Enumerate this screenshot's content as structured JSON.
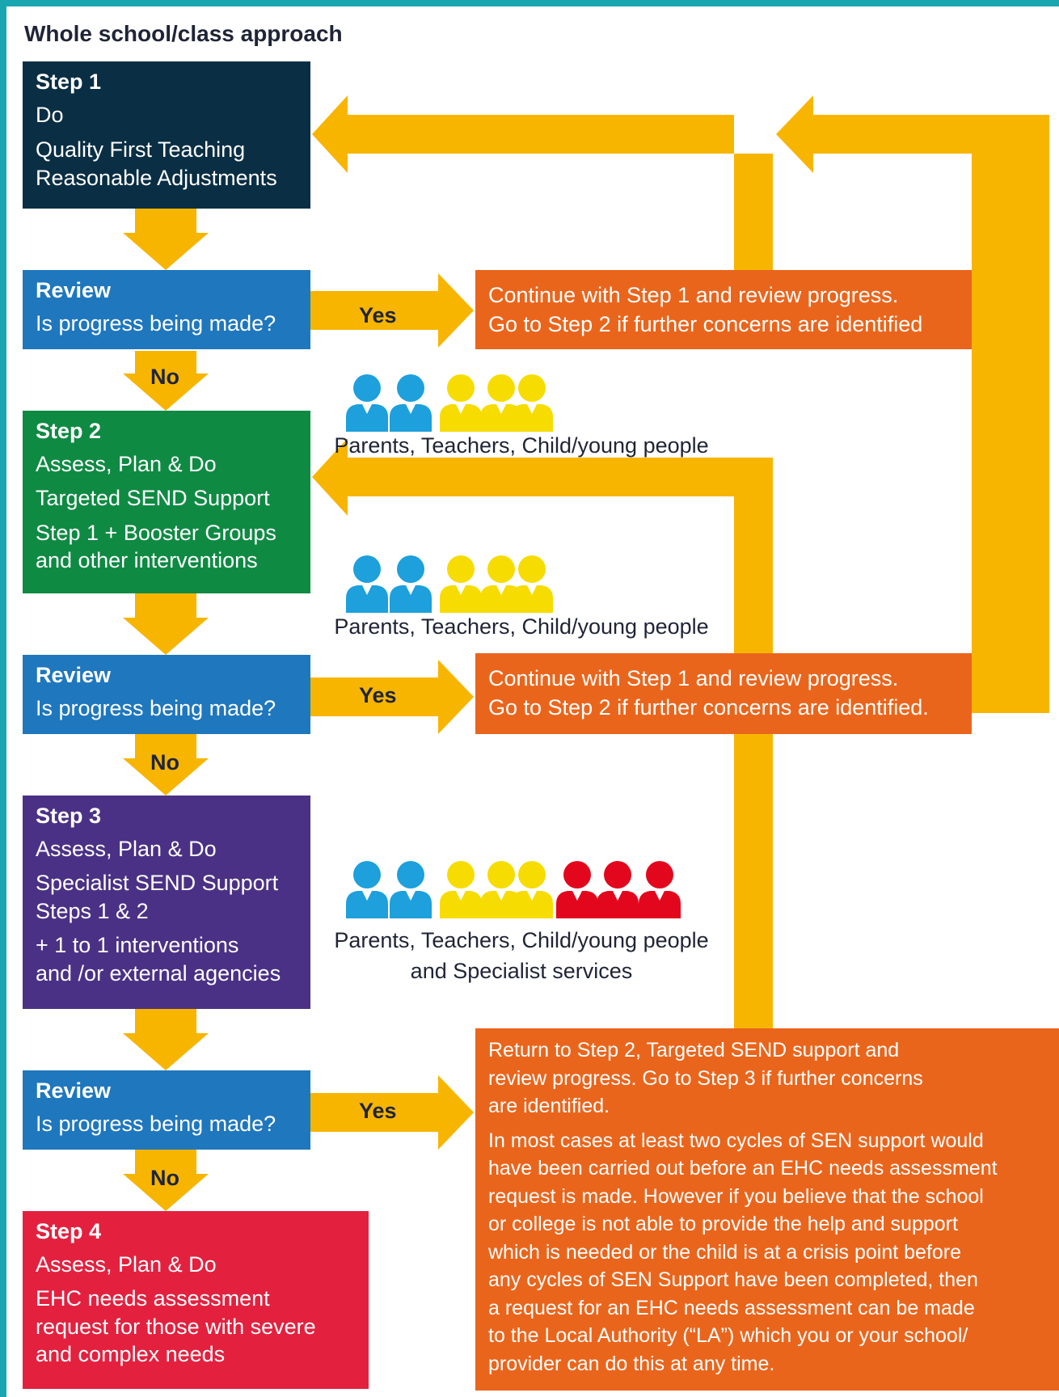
{
  "title": "Whole school/class approach",
  "colors": {
    "arrow": "#f8b500",
    "navy": "#0a2e44",
    "blue": "#1f77bd",
    "green": "#0f8a43",
    "purple": "#4b3185",
    "red": "#e3213f",
    "orange": "#ea651c",
    "border": "#1aa6b0",
    "people_blue": "#1da0dc",
    "people_yellow": "#f6dc00",
    "people_red": "#e3071d"
  },
  "step1": {
    "heading": "Step 1",
    "lines": [
      "Do",
      "Quality First Teaching",
      "Reasonable Adjustments"
    ]
  },
  "review1": {
    "heading": "Review",
    "question": "Is progress being made?"
  },
  "review2": {
    "heading": "Review",
    "question": "Is progress being made?"
  },
  "review3": {
    "heading": "Review",
    "question": "Is progress being made?"
  },
  "step2": {
    "heading": "Step 2",
    "lines": [
      "Assess, Plan & Do",
      "Targeted SEND Support",
      "Step 1 + Booster Groups",
      "and other interventions"
    ]
  },
  "step3": {
    "heading": "Step 3",
    "lines": [
      "Assess, Plan & Do",
      "Specialist SEND Support",
      "Steps 1 & 2",
      "+ 1 to 1 interventions",
      "and /or external agencies"
    ]
  },
  "step4": {
    "heading": "Step 4",
    "lines": [
      "Assess, Plan & Do",
      "EHC needs assessment",
      "request for those with severe",
      "and complex needs"
    ]
  },
  "outcome1": {
    "lines": [
      "Continue with Step 1 and review progress.",
      "Go to Step 2 if further concerns are identified"
    ]
  },
  "outcome2": {
    "lines": [
      "Continue with Step 1 and review progress.",
      "Go to Step 2 if further concerns are identified."
    ]
  },
  "outcome3": {
    "para1": [
      "Return to Step 2, Targeted SEND support and",
      "review progress. Go to Step 3 if further concerns",
      "are identified."
    ],
    "para2": [
      "In most cases at least two cycles of SEN support would",
      "have been carried out before an EHC needs assessment",
      "request is made. However if you believe that the school",
      "or college is not able to provide the help and support",
      "which is needed or the child is at a crisis point before",
      "any cycles of SEN Support have been completed, then",
      "a request for an EHC needs assessment can be made",
      "to the Local Authority (“LA”) which you or your school/",
      "provider can do this at any time."
    ]
  },
  "labels": {
    "yes": "Yes",
    "no": "No"
  },
  "people1": {
    "caption": [
      "Parents, Teachers, Child/young people"
    ],
    "icons": [
      "parent-icon",
      "teacher-icon",
      "child-icon"
    ]
  },
  "people2": {
    "caption": [
      "Parents, Teachers, Child/young people"
    ],
    "icons": [
      "parent-icon",
      "teacher-icon",
      "child-icon"
    ]
  },
  "people3": {
    "caption": [
      "Parents, Teachers, Child/young people",
      "and Specialist services"
    ],
    "icons": [
      "parent-icon",
      "teacher-icon",
      "child-icon",
      "specialist-icon"
    ]
  }
}
